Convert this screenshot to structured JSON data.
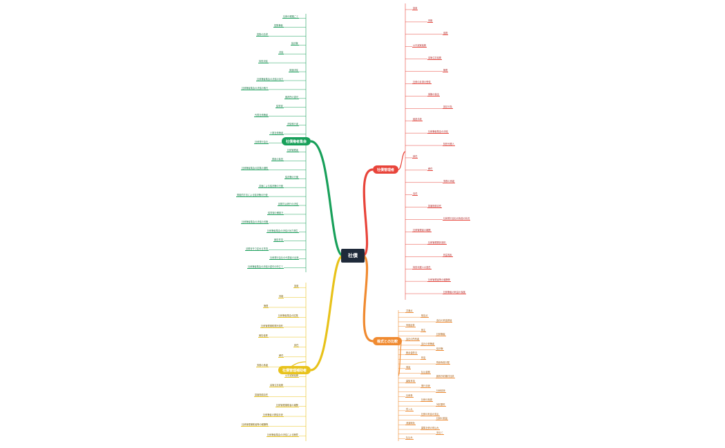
{
  "root": {
    "label": "社債"
  },
  "branches": [
    {
      "key": "top_left",
      "label": "社債権者集会",
      "color": "#18a05a"
    },
    {
      "key": "top_right",
      "label": "社債管理者",
      "color": "#e8443a"
    },
    {
      "key": "bottom_left",
      "label": "社債管理補助者",
      "color": "#e8c21a"
    },
    {
      "key": "bottom_right",
      "label": "株式との比較",
      "color": "#f08a30"
    }
  ],
  "leaves": {
    "top_left": [
      "社債の種類ごと",
      "招集権者",
      "招集の請求",
      "議決権",
      "決議",
      "特別決議",
      "普通決議",
      "社債権者集会の決議の効力",
      "社債権者集会の決議の執行",
      "裁判所の認可",
      "議事録",
      "代表社債権者",
      "決議執行者",
      "少数社債権者",
      "社債発行会社",
      "社債管理者",
      "費用の負担",
      "社債権者集会の招集の通知",
      "議決権の行使",
      "書面による議決権の行使",
      "電磁的方法による議決権の行使",
      "延期又は続行の決議",
      "議事録の備置き",
      "社債権者集会の決議の省略",
      "社債権者集会の決議の効力発生",
      "報告事項",
      "法務省令で定める事項",
      "社債発行会社の代表者の出席",
      "社債権者集会の決議の認可の申立て"
    ],
    "top_right": [
      "設置",
      "資格",
      "義務",
      "公平誠実義務",
      "善管注意義務",
      "権限",
      "社債の弁済の受領",
      "債権の保全",
      "訴訟行為",
      "破産手続",
      "社債権者集会の決議",
      "特別代理人",
      "辞任",
      "解任",
      "事務の承継",
      "責任",
      "損害賠償責任",
      "社債発行会社の財産の状況",
      "社債管理者の報酬",
      "社債管理委託契約",
      "利益相反",
      "特別代理人の選任",
      "社債管理者等の報酬等",
      "社債権者の利益の保護"
    ],
    "bottom_left": [
      "設置",
      "資格",
      "権限",
      "社債権者集会の招集",
      "社債管理補助委託契約",
      "報告義務",
      "辞任",
      "解任",
      "事務の承継",
      "公平誠実義務",
      "善管注意義務",
      "損害賠償責任",
      "社債管理補助者の報酬",
      "社債権者の異議手続",
      "社債管理補助者等の報酬等",
      "社債権者集会の決議による権限"
    ],
    "bottom_right": [
      "共通点",
      "相違点",
      "会社の資金調達",
      "有価証券",
      "株主",
      "社債権者",
      "会社の所有者",
      "会社の債権者",
      "議決権",
      "剰余金配当",
      "利息",
      "残余財産分配",
      "償還",
      "払込金額",
      "新株予約権付社債",
      "募集事項",
      "発行手続",
      "社債原簿",
      "社債券",
      "社債の譲渡",
      "対抗要件",
      "質入れ",
      "社債の利息の支払",
      "社債の償還",
      "消滅時効",
      "募集社債の申込み",
      "割当て",
      "払込み"
    ]
  }
}
